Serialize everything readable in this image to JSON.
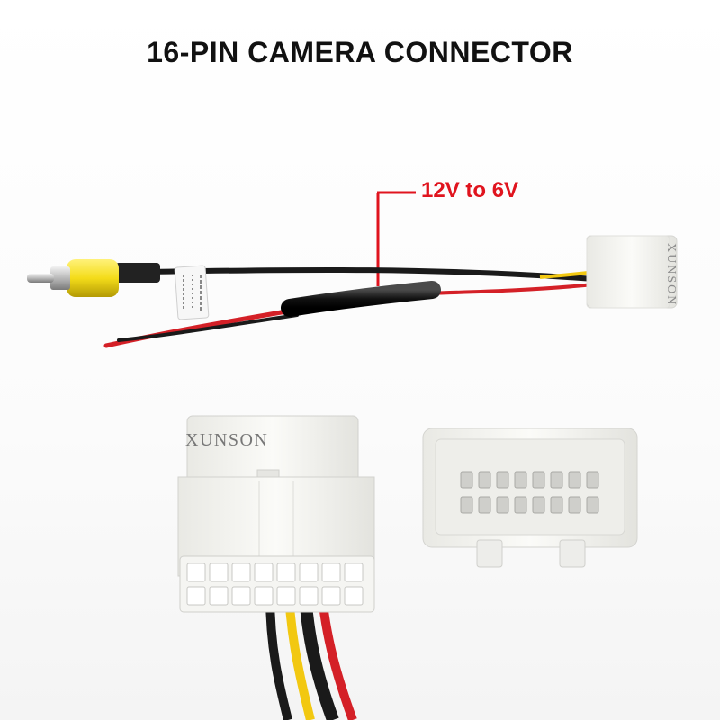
{
  "title": "16-PIN CAMERA CONNECTOR",
  "callout": "12V to 6V",
  "brand": "XUNSON",
  "colors": {
    "callout": "#e0141e",
    "red_wire": "#d42027",
    "black_wire": "#1a1a1a",
    "yellow_wire": "#f2c811",
    "rca_yellow": "#f4dc1a",
    "connector_white": "#f3f3f0"
  }
}
